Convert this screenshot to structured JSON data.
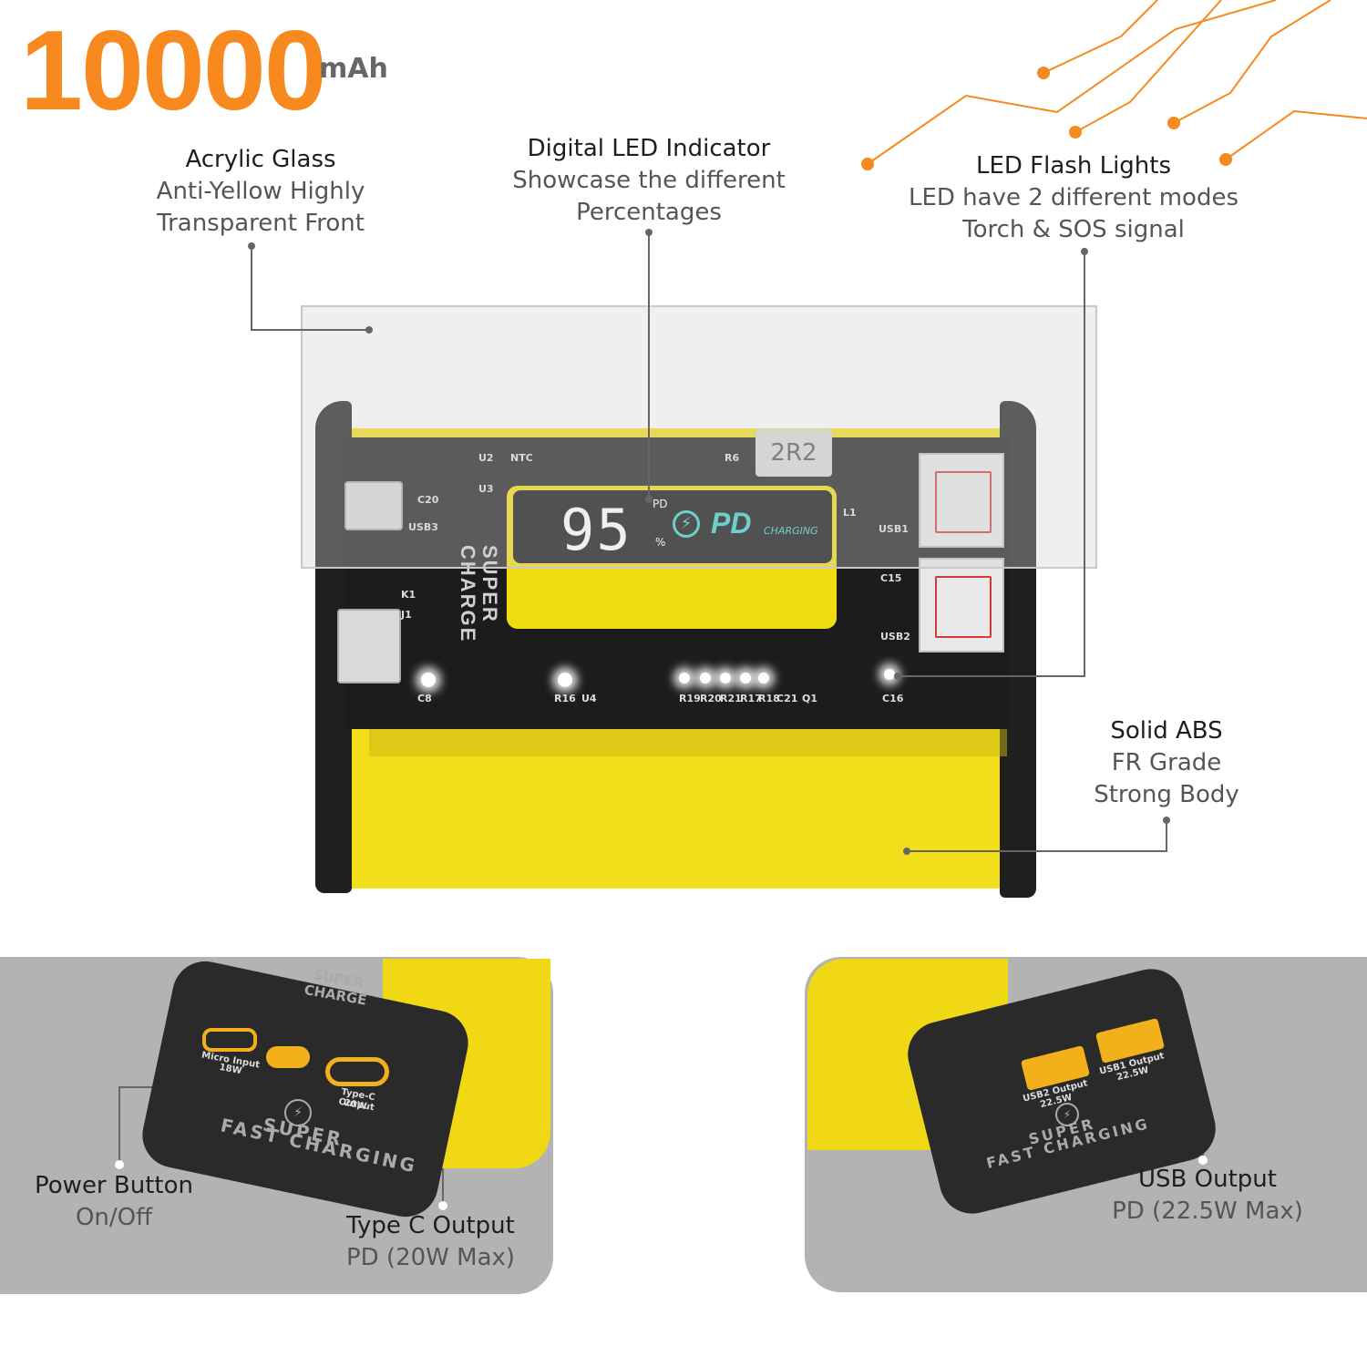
{
  "capacity": {
    "value": "10000",
    "unit": "mAh"
  },
  "callouts": {
    "acrylic": {
      "title": "Acrylic Glass",
      "line1": "Anti-Yellow Highly",
      "line2": "Transparent Front"
    },
    "led_indicator": {
      "title": "Digital LED Indicator",
      "line1": "Showcase the different",
      "line2": "Percentages"
    },
    "flash": {
      "title": "LED Flash Lights",
      "line1": "LED have 2 different modes",
      "line2": "Torch & SOS signal"
    },
    "abs": {
      "title": "Solid ABS",
      "line1": "FR Grade",
      "line2": "Strong Body"
    },
    "power_button": {
      "title": "Power Button",
      "line1": "On/Off"
    },
    "type_c": {
      "title": "Type C Output",
      "line1": "PD (20W Max)"
    },
    "usb_output": {
      "title": "USB Output",
      "line1": "PD (22.5W Max)"
    }
  },
  "display": {
    "percent": "95",
    "pd": "PD",
    "percent_sign": "%",
    "logo": "PD",
    "charging": "CHARGING"
  },
  "board": {
    "brand_line1": "SUPER",
    "brand_line2": "CHARGE",
    "chip": "2R2",
    "labels": [
      "U2",
      "NTC",
      "R6",
      "C20",
      "USB3",
      "U3",
      "K1",
      "J1",
      "C8",
      "R16",
      "U4",
      "R19",
      "R20",
      "R21",
      "R17",
      "R18",
      "C21",
      "Q1",
      "C16",
      "USB2",
      "C15",
      "USB1",
      "L1"
    ]
  },
  "left_cap": {
    "micro": "Micro Input",
    "micro_w": "18W",
    "typec": "Type-C Output",
    "typec_w": "20W",
    "super": "SUPER",
    "fast": "FAST CHARGING",
    "brand1": "SUPER",
    "brand2": "CHARGE"
  },
  "right_cap": {
    "usb1": "USB1 Output",
    "usb1_w": "22.5W",
    "usb2": "USB2 Output",
    "usb2_w": "22.5W",
    "super": "SUPER",
    "fast": "FAST CHARGING"
  },
  "colors": {
    "accent": "#f7891f",
    "yellow": "#f3de1a",
    "panel": "#b3b3b3",
    "dark": "#1f1f1f"
  }
}
